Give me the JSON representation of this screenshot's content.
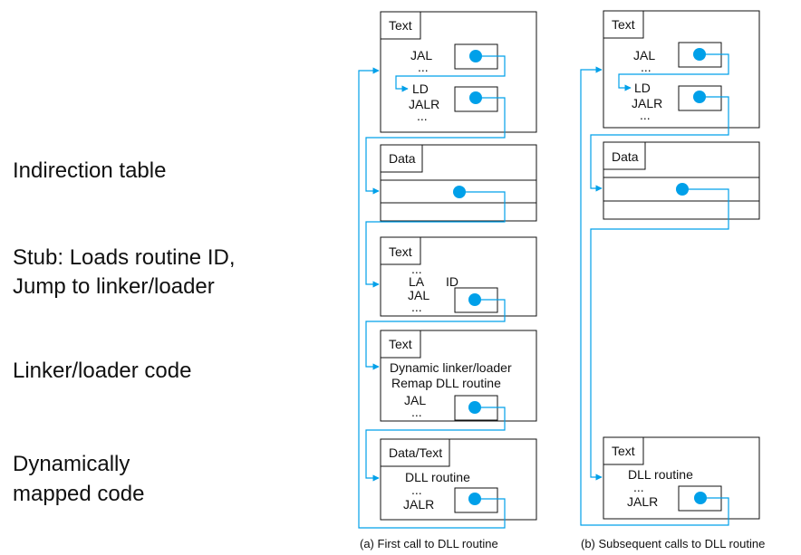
{
  "labels": {
    "indirection": "Indirection table",
    "stub_1": "Stub: Loads routine ID,",
    "stub_2": "Jump to linker/loader",
    "linker": "Linker/loader code",
    "dyn_1": "Dynamically",
    "dyn_2": "mapped code"
  },
  "diagram_a": {
    "caption": "(a) First call to DLL routine",
    "text1": {
      "tab": "Text",
      "l1": "JAL",
      "l2": "...",
      "l3": "LD",
      "l4": "JALR",
      "l5": "..."
    },
    "data": {
      "tab": "Data"
    },
    "stub": {
      "tab": "Text",
      "l1": "...",
      "l2": "LA",
      "l2b": "ID",
      "l3": "JAL",
      "l4": "..."
    },
    "linker": {
      "tab": "Text",
      "l1": "Dynamic linker/loader",
      "l2": "Remap DLL routine",
      "l3": "JAL",
      "l4": "..."
    },
    "dll": {
      "tab": "Data/Text",
      "l1": "DLL routine",
      "l2": "...",
      "l3": "JALR"
    }
  },
  "diagram_b": {
    "caption": "(b) Subsequent calls to DLL routine",
    "text1": {
      "tab": "Text",
      "l1": "JAL",
      "l2": "...",
      "l3": "LD",
      "l4": "JALR",
      "l5": "..."
    },
    "data": {
      "tab": "Data"
    },
    "dll": {
      "tab": "Text",
      "l1": "DLL routine",
      "l2": "...",
      "l3": "JALR"
    }
  },
  "colors": {
    "accent": "#00a0e9",
    "box": "#111111"
  }
}
